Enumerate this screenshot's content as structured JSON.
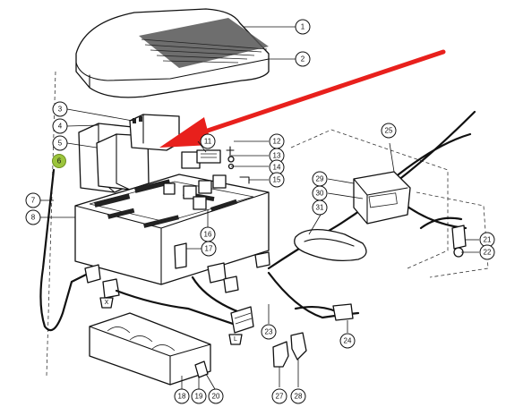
{
  "callouts": [
    {
      "label": "1"
    },
    {
      "label": "2"
    },
    {
      "label": "3"
    },
    {
      "label": "4"
    },
    {
      "label": "5"
    },
    {
      "label": "6"
    },
    {
      "label": "7"
    },
    {
      "label": "8"
    },
    {
      "label": "11"
    },
    {
      "label": "12"
    },
    {
      "label": "13"
    },
    {
      "label": "14"
    },
    {
      "label": "15"
    },
    {
      "label": "16"
    },
    {
      "label": "17"
    },
    {
      "label": "18"
    },
    {
      "label": "19"
    },
    {
      "label": "20"
    },
    {
      "label": "21"
    },
    {
      "label": "22"
    },
    {
      "label": "23"
    },
    {
      "label": "24"
    },
    {
      "label": "25"
    },
    {
      "label": "27"
    },
    {
      "label": "28"
    },
    {
      "label": "29"
    },
    {
      "label": "30"
    },
    {
      "label": "31"
    }
  ],
  "connector_tags": [
    {
      "label": "X"
    },
    {
      "label": "L"
    }
  ],
  "colors": {
    "arrow": "#e8201c",
    "highlight": "#9bc43c",
    "ink": "#111111"
  }
}
